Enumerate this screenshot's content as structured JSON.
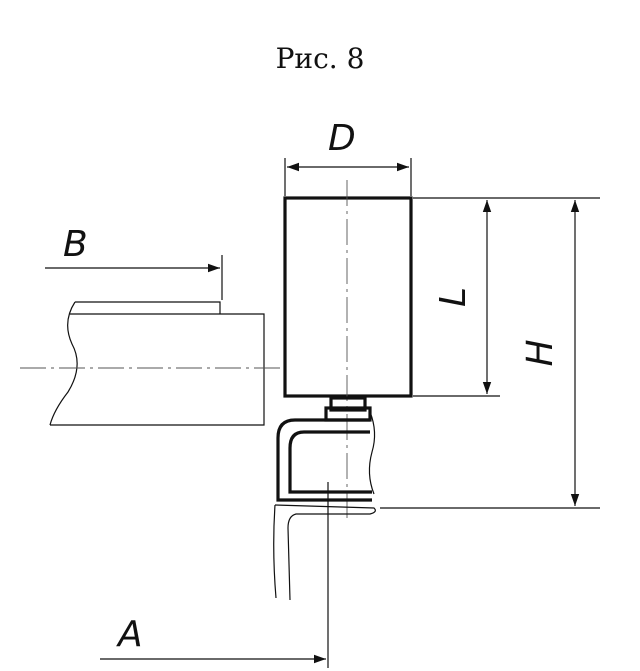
{
  "figure": {
    "title": "Рис. 8"
  },
  "dimensions": {
    "diameter": "D",
    "length": "L",
    "height": "H",
    "offset_a": "A",
    "offset_b": "B"
  },
  "colors": {
    "line": "#111111",
    "background": "#ffffff"
  }
}
